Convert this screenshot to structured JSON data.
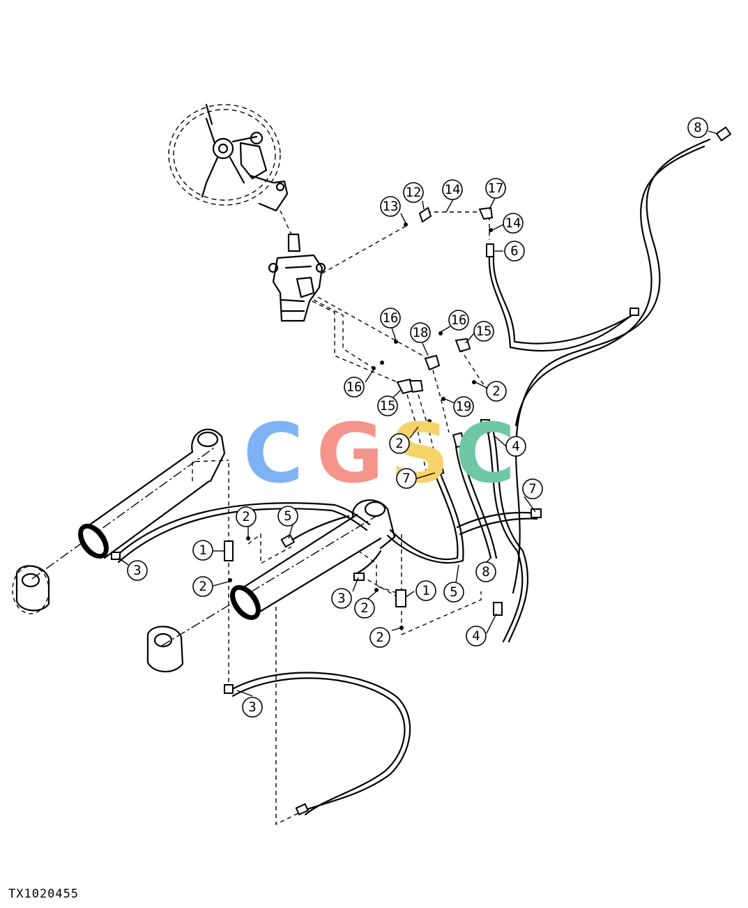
{
  "figure_code": "TX1020455",
  "watermark": {
    "letters": [
      "C",
      "G",
      "S",
      "C"
    ],
    "colors": [
      "#7fb2f5",
      "#f4948a",
      "#f6d36b",
      "#6fc7a4"
    ]
  },
  "callouts": [
    {
      "label": "8"
    },
    {
      "label": "12"
    },
    {
      "label": "14"
    },
    {
      "label": "17"
    },
    {
      "label": "13"
    },
    {
      "label": "14"
    },
    {
      "label": "6"
    },
    {
      "label": "16"
    },
    {
      "label": "16"
    },
    {
      "label": "18"
    },
    {
      "label": "15"
    },
    {
      "label": "2"
    },
    {
      "label": "16"
    },
    {
      "label": "15"
    },
    {
      "label": "19"
    },
    {
      "label": "2"
    },
    {
      "label": "4"
    },
    {
      "label": "7"
    },
    {
      "label": "7"
    },
    {
      "label": "2"
    },
    {
      "label": "5"
    },
    {
      "label": "1"
    },
    {
      "label": "3"
    },
    {
      "label": "2"
    },
    {
      "label": "3"
    },
    {
      "label": "1"
    },
    {
      "label": "2"
    },
    {
      "label": "5"
    },
    {
      "label": "8"
    },
    {
      "label": "2"
    },
    {
      "label": "4"
    },
    {
      "label": "3"
    }
  ]
}
